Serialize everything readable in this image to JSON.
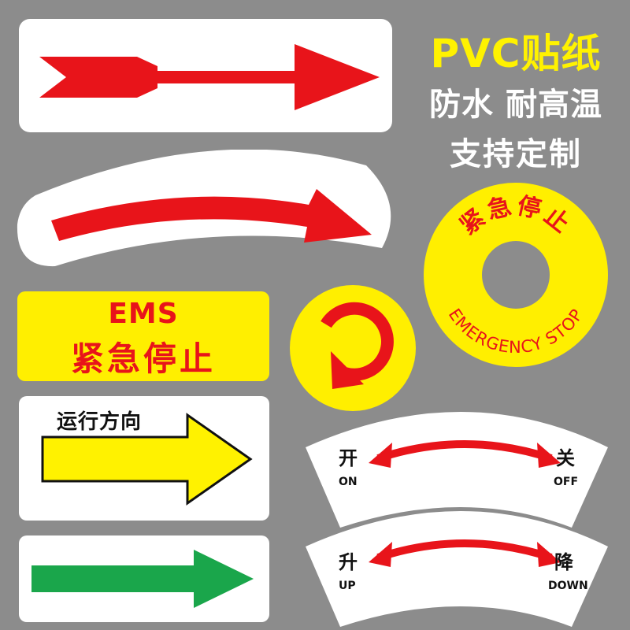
{
  "headline": {
    "line1": "PVC贴纸",
    "line2": "防水 耐高温",
    "line3": "支持定制"
  },
  "emergency_round": {
    "cn": "紧急停止",
    "en": "EMERGENCY STOP"
  },
  "ems_card": {
    "line1": "EMS",
    "line2": "紧急停止"
  },
  "direction_card": {
    "label": "运行方向"
  },
  "on_off_card": {
    "left_cn": "开",
    "left_en": "ON",
    "right_cn": "关",
    "right_en": "OFF"
  },
  "up_down_card": {
    "left_cn": "升",
    "left_en": "UP",
    "right_cn": "降",
    "right_en": "DOWN"
  },
  "colors": {
    "background": "#8c8c8c",
    "red": "#e8141a",
    "yellow": "#ffef00",
    "green": "#1aa64b",
    "white": "#ffffff"
  }
}
